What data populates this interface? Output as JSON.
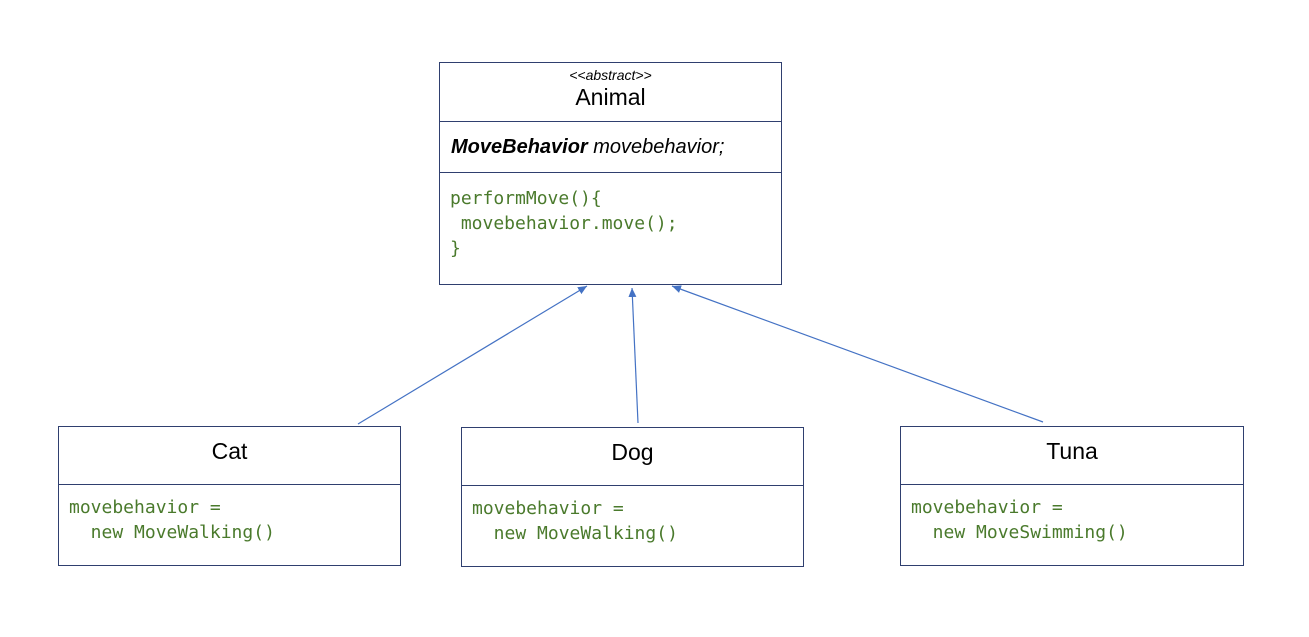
{
  "colors": {
    "border": "#2f3f6f",
    "edge": "#4472c4",
    "code": "#4a7a2c",
    "text": "#000000"
  },
  "animal": {
    "stereotype": "<<abstract>>",
    "name": "Animal",
    "attribute_type": "MoveBehavior",
    "attribute_name": " movebehavior;",
    "method_lines": [
      "performMove(){",
      " movebehavior.move();",
      "}"
    ]
  },
  "cat": {
    "name": "Cat",
    "code_lines": [
      "movebehavior =",
      "  new MoveWalking()"
    ]
  },
  "dog": {
    "name": "Dog",
    "code_lines": [
      "movebehavior =",
      "  new MoveWalking()"
    ]
  },
  "tuna": {
    "name": "Tuna",
    "code_lines": [
      "movebehavior =",
      "  new MoveSwimming()"
    ]
  }
}
